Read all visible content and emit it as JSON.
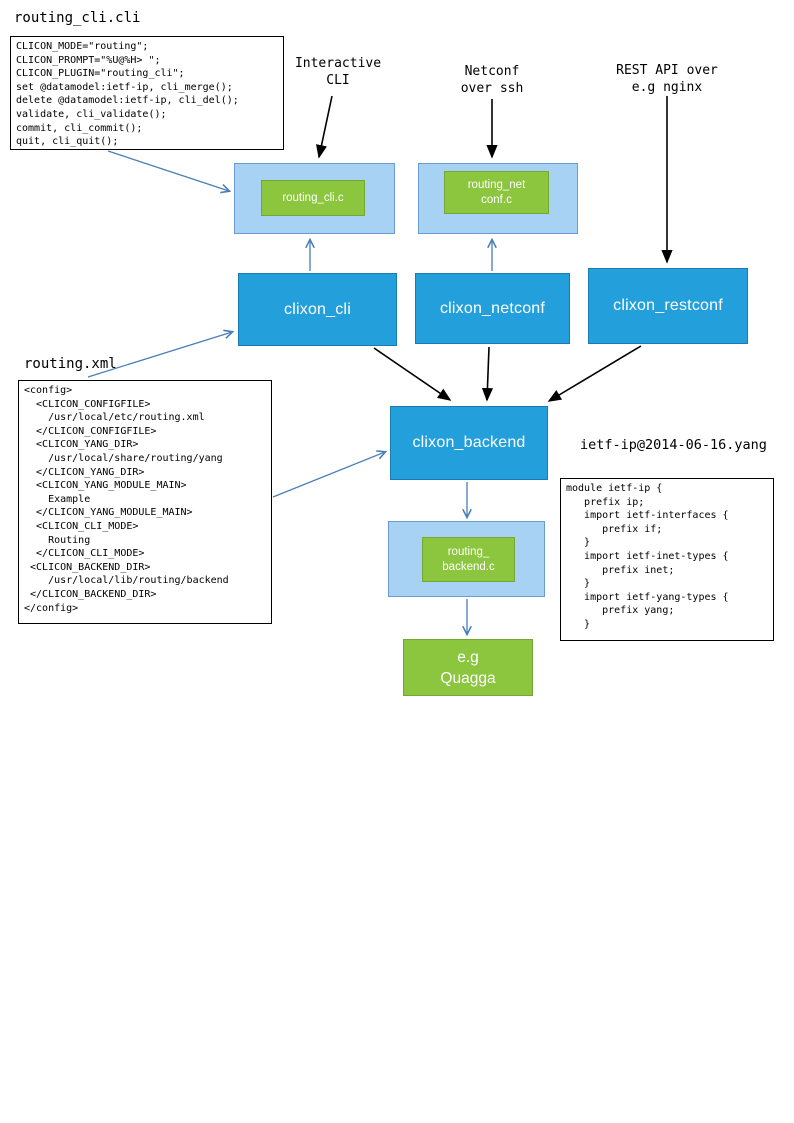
{
  "diagram": {
    "files": {
      "cli_file": {
        "title": "routing_cli.cli",
        "code": "CLICON_MODE=\"routing\";\nCLICON_PROMPT=\"%U@%H> \";\nCLICON_PLUGIN=\"routing_cli\";\nset @datamodel:ietf-ip, cli_merge();\ndelete @datamodel:ietf-ip, cli_del();\nvalidate, cli_validate();\ncommit, cli_commit();\nquit, cli_quit();"
      },
      "xml_file": {
        "title": "routing.xml",
        "code": "<config>\n  <CLICON_CONFIGFILE>\n    /usr/local/etc/routing.xml\n  </CLICON_CONFIGFILE>\n  <CLICON_YANG_DIR>\n    /usr/local/share/routing/yang\n  </CLICON_YANG_DIR>\n  <CLICON_YANG_MODULE_MAIN>\n    Example\n  </CLICON_YANG_MODULE_MAIN>\n  <CLICON_CLI_MODE>\n    Routing\n  </CLICON_CLI_MODE>\n <CLICON_BACKEND_DIR>\n    /usr/local/lib/routing/backend\n </CLICON_BACKEND_DIR>\n</config>"
      },
      "yang_file": {
        "title": "ietf-ip@2014-06-16.yang",
        "code": "module ietf-ip {\n   prefix ip;\n   import ietf-interfaces {\n      prefix if;\n   }\n   import ietf-inet-types {\n      prefix inet;\n   }\n   import ietf-yang-types {\n      prefix yang;\n   }"
      }
    },
    "external_labels": {
      "interactive_cli": "Interactive\nCLI",
      "netconf": "Netconf\nover ssh",
      "rest": "REST API over\ne.g nginx"
    },
    "nodes": {
      "clixon_cli": "clixon_cli",
      "clixon_netconf": "clixon_netconf",
      "clixon_restconf": "clixon_restconf",
      "clixon_backend": "clixon_backend",
      "routing_cli_plugin": "routing_cli.c",
      "routing_netconf_plugin": "routing_net\nconf.c",
      "routing_backend_plugin": "routing_\nbackend.c",
      "quagga": "e.g\nQuagga"
    },
    "colors": {
      "node_blue": "#239FDC",
      "plugin_container_blue": "#A8D2F4",
      "plugin_green": "#8CC63E",
      "connector_blue": "#4a7eb8",
      "arrow_black": "#000000"
    }
  }
}
